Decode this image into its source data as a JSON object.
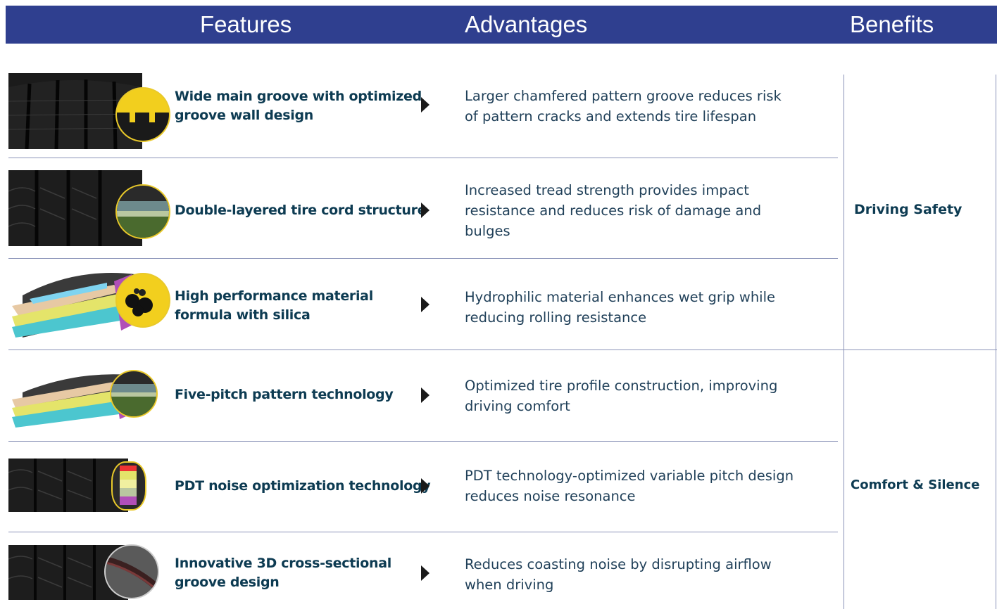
{
  "header": {
    "features": "Features",
    "advantages": "Advantages",
    "benefits": "Benefits"
  },
  "rows": [
    {
      "feature": "Wide main groove with optimized groove wall design",
      "feature_lines": [
        "Wide main groove with optimized",
        "groove wall design"
      ],
      "advantage_lines": [
        "Larger chamfered pattern groove reduces risk",
        "of pattern cracks and extends tire lifespan"
      ]
    },
    {
      "feature_lines": [
        "Double-layered tire cord structure"
      ],
      "advantage_lines": [
        "Increased tread strength provides impact",
        "resistance and reduces risk of damage and",
        "bulges"
      ]
    },
    {
      "feature_lines": [
        "High performance material",
        "formula with silica"
      ],
      "advantage_lines": [
        "Hydrophilic material enhances wet grip while",
        "reducing rolling resistance"
      ]
    },
    {
      "feature_lines": [
        "Five-pitch pattern technology"
      ],
      "advantage_lines": [
        "Optimized tire profile construction, improving",
        "driving comfort"
      ]
    },
    {
      "feature_lines": [
        "PDT noise optimization technology"
      ],
      "advantage_lines": [
        "PDT technology-optimized variable pitch design",
        "reduces noise resonance"
      ]
    },
    {
      "feature_lines": [
        "Innovative 3D cross-sectional",
        "groove design"
      ],
      "advantage_lines": [
        "Reduces coasting noise by disrupting airflow",
        "when driving"
      ]
    }
  ],
  "benefits": [
    "Driving Safety",
    "Comfort & Silence"
  ],
  "colors": {
    "header_bg": "#2f3f8f",
    "text_dark": "#0d3b52",
    "divider": "#8a93b8",
    "inset_yellow": "#f2cf1e"
  },
  "icons": [
    "tire-tread-image",
    "groove-inset-icon",
    "cord-layer-inset-icon",
    "silica-molecule-inset-icon",
    "pitch-layer-inset-icon",
    "noise-layer-inset-icon",
    "groove-3d-inset-icon"
  ]
}
